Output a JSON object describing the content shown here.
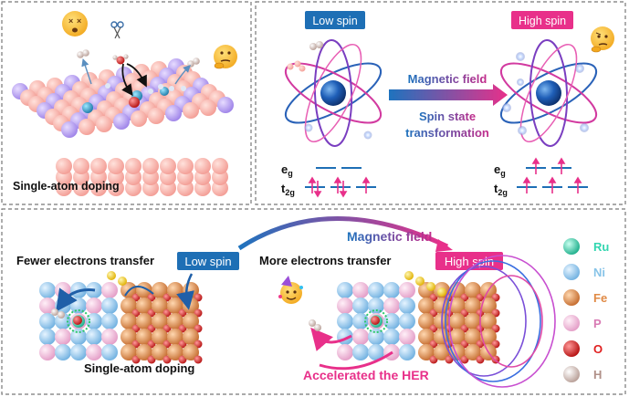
{
  "panel_top_left": {
    "caption": "Single-atom doping"
  },
  "panel_top_right": {
    "low_spin_label": "Low spin",
    "high_spin_label": "High spin",
    "arrow_top_label": "Magnetic field",
    "arrow_bottom_label_1": "Spin state",
    "arrow_bottom_label_2": "transformation",
    "eg_main": "e",
    "eg_sub": "g",
    "t2g_main": "t",
    "t2g_sub": "2g"
  },
  "panel_bottom": {
    "left_title": "Fewer electrons transfer",
    "low_spin_badge": "Low spin",
    "right_title": "More electrons transfer",
    "high_spin_badge": "High spin",
    "magnetic_field_label": "Magnetic field",
    "left_caption": "Single-atom doping",
    "accelerated_label": "Accelerated the HER"
  },
  "legend": [
    {
      "symbol": "Ru",
      "color": "#33d6b0"
    },
    {
      "symbol": "Ni",
      "color": "#88c4e8"
    },
    {
      "symbol": "Fe",
      "color": "#e08a45"
    },
    {
      "symbol": "P",
      "color": "#f2b8d8"
    },
    {
      "symbol": "O",
      "color": "#e02020"
    },
    {
      "symbol": "H",
      "color": "#d8bcb4"
    }
  ],
  "colors": {
    "low_spin_badge": "#1e6fb5",
    "high_spin_badge": "#e8308a",
    "arrow_gradient_start": "#1e73be",
    "arrow_gradient_end": "#e8308a",
    "magnetic_field_text": "#5b3cc4"
  }
}
